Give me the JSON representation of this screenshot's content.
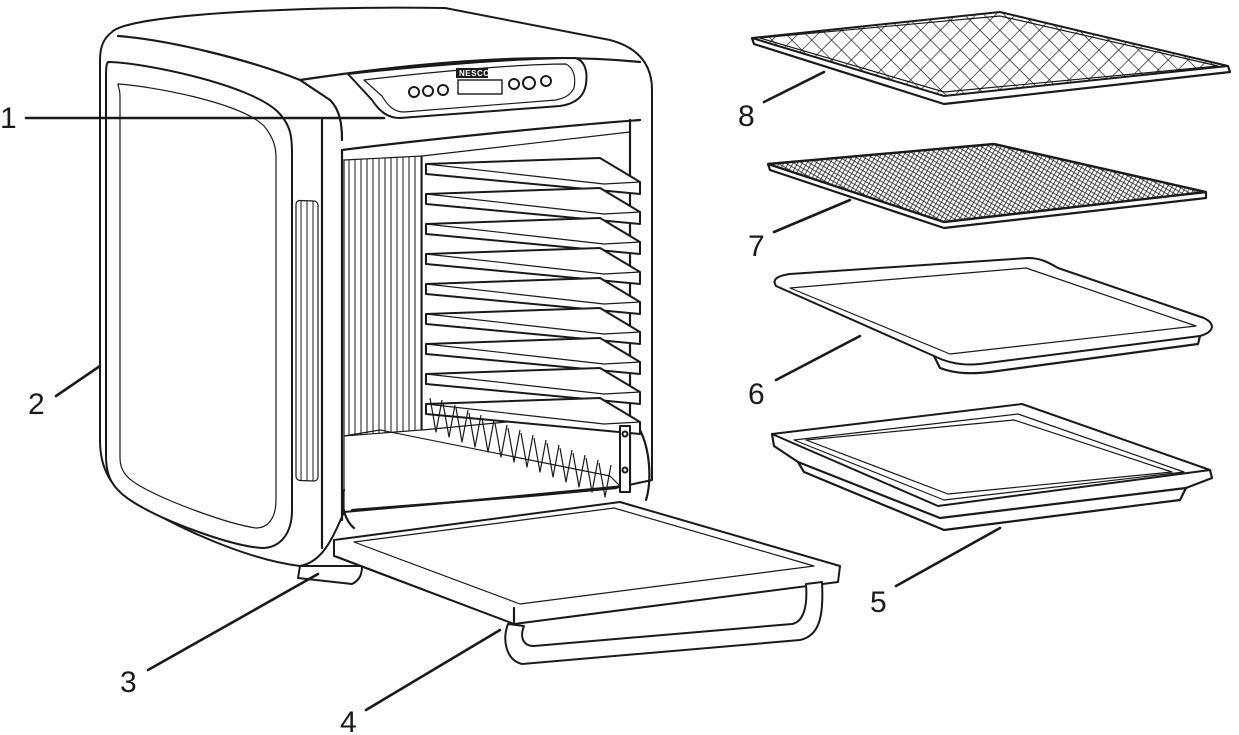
{
  "diagram": {
    "brand_logo_text": "NESCO",
    "callouts": [
      {
        "id": "1",
        "label": "1"
      },
      {
        "id": "2",
        "label": "2"
      },
      {
        "id": "3",
        "label": "3"
      },
      {
        "id": "4",
        "label": "4"
      },
      {
        "id": "5",
        "label": "5"
      },
      {
        "id": "6",
        "label": "6"
      },
      {
        "id": "7",
        "label": "7"
      },
      {
        "id": "8",
        "label": "8"
      }
    ],
    "colors": {
      "line": "#1a1a1a",
      "background": "#ffffff",
      "mesh_fill": "#2a2a2a"
    }
  }
}
